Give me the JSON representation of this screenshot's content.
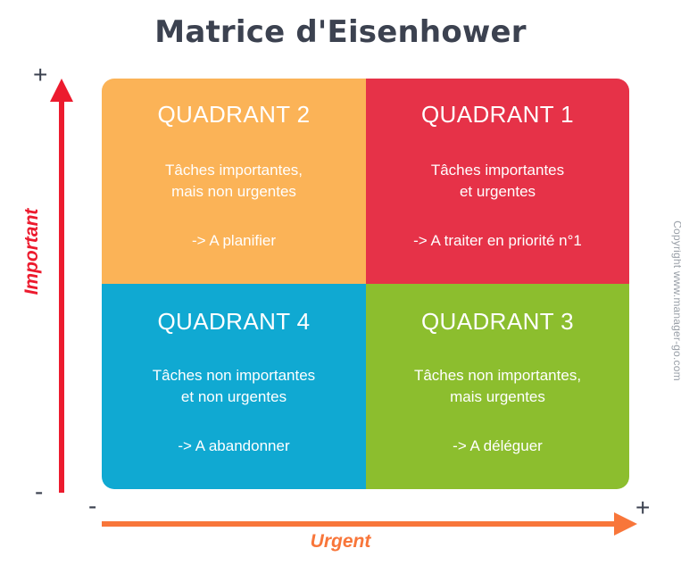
{
  "title": "Matrice d'Eisenhower",
  "colors": {
    "quadrant1": "#e63248",
    "quadrant2": "#fbb357",
    "quadrant3": "#8cbe2e",
    "quadrant4": "#10a9d2",
    "axis_important": "#ec1b2e",
    "axis_urgent": "#f8763a",
    "title_text": "#3c4250",
    "sign_text": "#3c4250",
    "copyright_text": "#9aa0a8"
  },
  "axes": {
    "vertical": {
      "label": "Important",
      "plus": "+",
      "minus": "-"
    },
    "horizontal": {
      "label": "Urgent",
      "plus": "+",
      "minus": "-"
    }
  },
  "quadrants": [
    {
      "id": "quadrant-2",
      "title": "QUADRANT 2",
      "description": "Tâches importantes,\nmais non urgentes",
      "action": "-> A planifier",
      "position": "top-left"
    },
    {
      "id": "quadrant-1",
      "title": "QUADRANT 1",
      "description": "Tâches importantes\net urgentes",
      "action": "-> A traiter en priorité n°1",
      "position": "top-right"
    },
    {
      "id": "quadrant-4",
      "title": "QUADRANT 4",
      "description": "Tâches non importantes\net non urgentes",
      "action": "-> A abandonner",
      "position": "bottom-left"
    },
    {
      "id": "quadrant-3",
      "title": "QUADRANT 3",
      "description": "Tâches non importantes,\nmais urgentes",
      "action": "-> A déléguer",
      "position": "bottom-right"
    }
  ],
  "copyright": "Copyright www.manager-go.com"
}
